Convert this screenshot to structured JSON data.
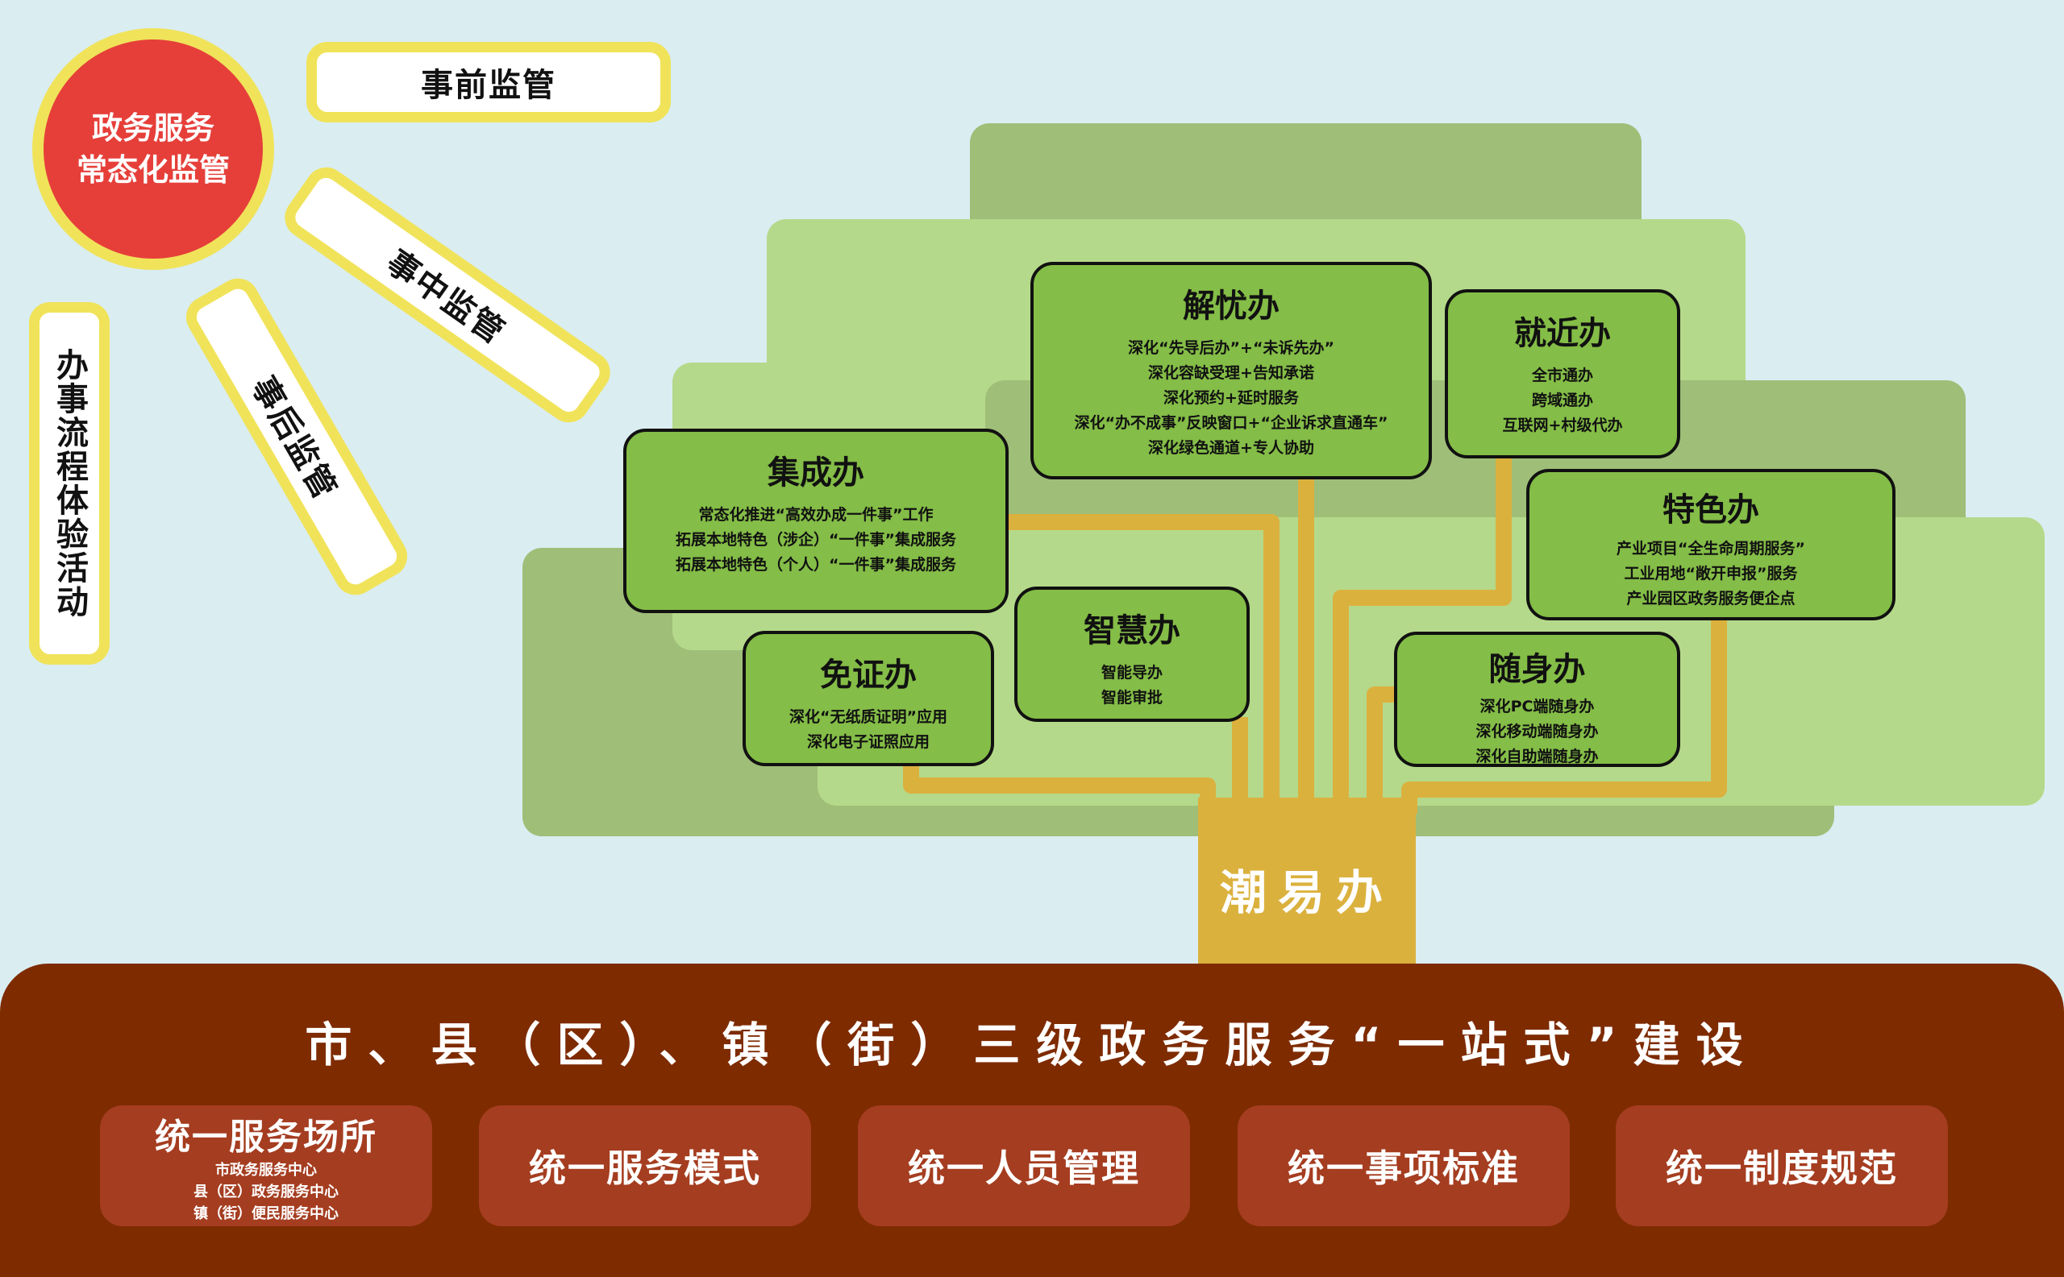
{
  "sun": {
    "line1": "政务服务",
    "line2": "常态化监管"
  },
  "rays": {
    "before": "事前监管",
    "during": "事中监管",
    "after": "事后监管"
  },
  "side_label": "办事流程体验活动",
  "boxes": {
    "jieyou": {
      "title": "解忧办",
      "lines": [
        "深化“先导后办”+“未诉先办”",
        "深化容缺受理+告知承诺",
        "深化预约+延时服务",
        "深化“办不成事”反映窗口+“企业诉求直通车”",
        "深化绿色通道+专人协助"
      ]
    },
    "jiujin": {
      "title": "就近办",
      "lines": [
        "全市通办",
        "跨域通办",
        "互联网+村级代办"
      ]
    },
    "jicheng": {
      "title": "集成办",
      "lines": [
        "常态化推进“高效办成一件事”工作",
        "拓展本地特色（涉企）“一件事”集成服务",
        "拓展本地特色（个人）“一件事”集成服务"
      ]
    },
    "tese": {
      "title": "特色办",
      "lines": [
        "产业项目“全生命周期服务”",
        "工业用地“敞开申报”服务",
        "产业园区政务服务便企点"
      ]
    },
    "zhihui": {
      "title": "智慧办",
      "lines": [
        "智能导办",
        "智能审批"
      ]
    },
    "mianzheng": {
      "title": "免证办",
      "lines": [
        "深化“无纸质证明”应用",
        "深化电子证照应用"
      ]
    },
    "suishen": {
      "title": "随身办",
      "lines": [
        "深化PC端随身办",
        "深化移动端随身办",
        "深化自助端随身办"
      ]
    }
  },
  "trunk_label": "潮易办",
  "ground": {
    "title": "市、县（区）、镇（街）三级政务服务“一站式”建设",
    "pillars": [
      {
        "label": "统一服务场所",
        "sub": [
          "市政务服务中心",
          "县（区）政务服务中心",
          "镇（街）便民服务中心"
        ]
      },
      {
        "label": "统一服务模式"
      },
      {
        "label": "统一人员管理"
      },
      {
        "label": "统一事项标准"
      },
      {
        "label": "统一制度规范"
      }
    ]
  },
  "colors": {
    "background": "#daedf1",
    "sun": "#e63f3a",
    "sun_border": "#f0e35a",
    "box_green": "#84bd47",
    "branch": "#dbb13e",
    "ground": "#7e2b00",
    "pillar": "#a53d20"
  }
}
